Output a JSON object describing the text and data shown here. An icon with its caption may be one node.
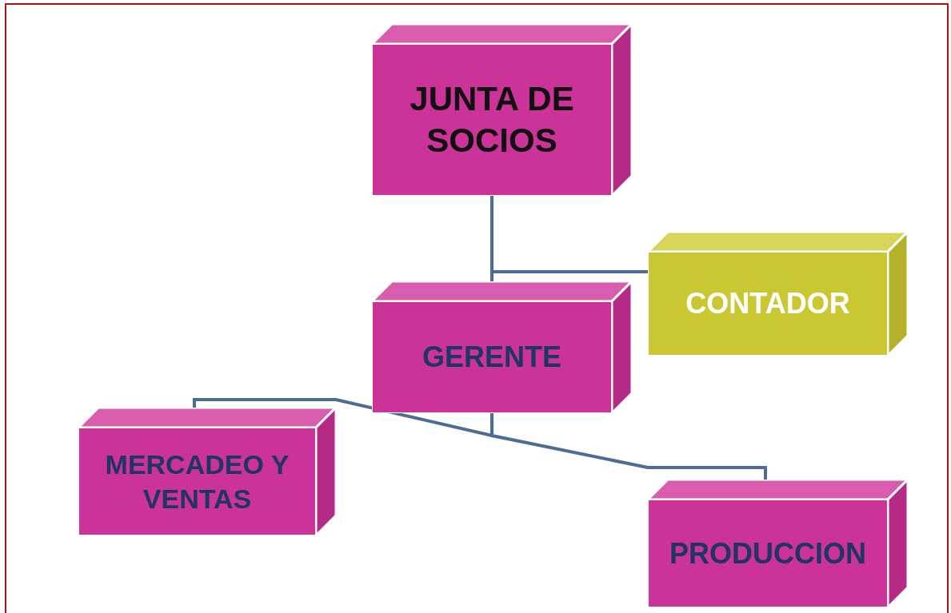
{
  "diagram": {
    "nodes": [
      {
        "text": [
          "JUNTA DE SOCIOS"
        ]
      },
      {
        "text": [
          "CONTADOR"
        ]
      },
      {
        "text": [
          "GERENTE"
        ]
      },
      {
        "text": [
          "MERCADEO Y VENTAS"
        ]
      },
      {
        "text": [
          "PRODUCCION"
        ]
      }
    ],
    "edges": [
      {
        "from": 0,
        "to": 2,
        "arrow": "none"
      },
      {
        "from": 0,
        "to": 1,
        "arrow": "none"
      },
      {
        "from": 2,
        "to": 3,
        "arrow": "none"
      },
      {
        "from": 2,
        "to": 4,
        "arrow": "none"
      }
    ]
  }
}
